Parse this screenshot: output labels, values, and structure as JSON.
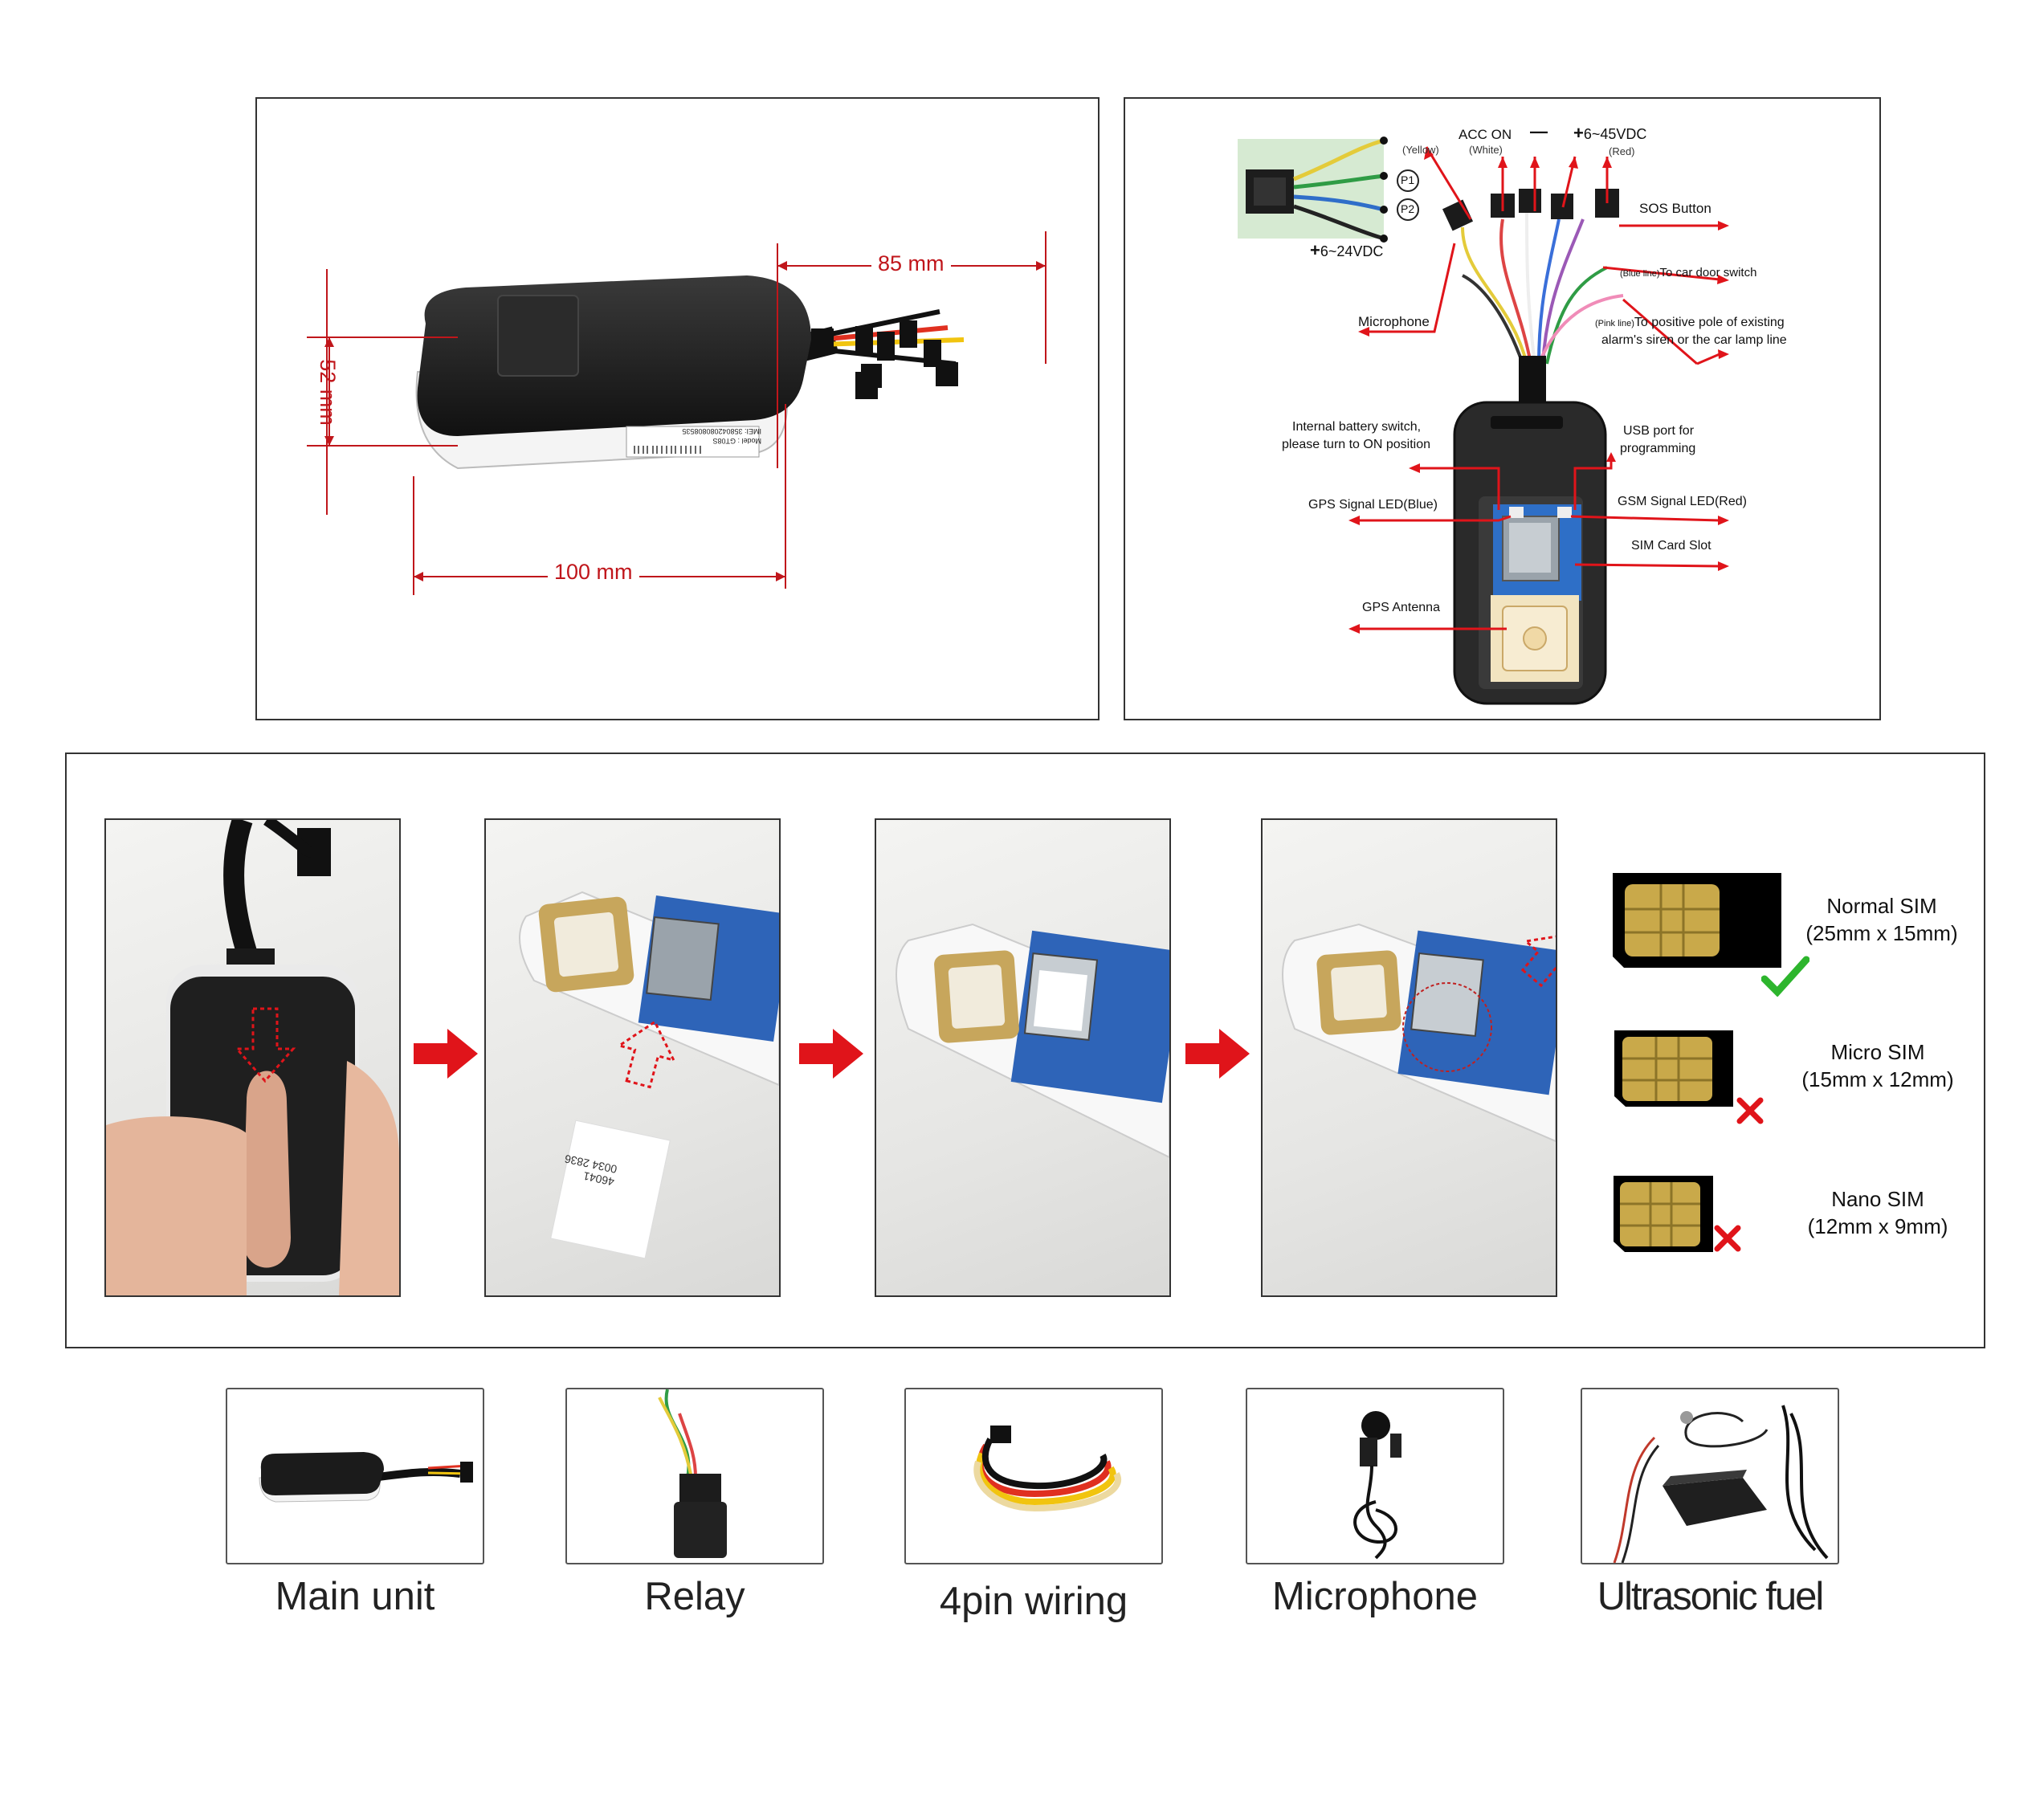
{
  "dimensions_panel": {
    "width_label": "85 mm",
    "height_label": "52 mm",
    "length_label": "100 mm",
    "device_sticker_model": "Model : GT08S",
    "device_sticker_imei": "IMEI: 358042080808535"
  },
  "wiring_panel": {
    "acc_on": "ACC ON",
    "acc_on_color": "(White)",
    "yellow": "(Yellow)",
    "minus": "—",
    "plus_6_45": "6~45VDC",
    "red": "(Red)",
    "p1": "P1",
    "p2": "P2",
    "plus_6_24": "6~24VDC",
    "sos_button": "SOS Button",
    "blue_line_tag": "(Blue line)",
    "blue_line_text": "To car door switch",
    "pink_line_tag": "(Pink line)",
    "pink_line_text": "To positive pole of existing",
    "pink_line_text2": "alarm's siren or the car lamp line",
    "microphone": "Microphone",
    "battery_switch_1": "Internal battery switch,",
    "battery_switch_2": "please turn to ON position",
    "usb_port_1": "USB port for",
    "usb_port_2": "programming",
    "gps_led": "GPS Signal LED(Blue)",
    "gsm_led": "GSM Signal LED(Red)",
    "sim_slot": "SIM Card Slot",
    "gps_antenna": "GPS Antenna"
  },
  "sim_panel": {
    "sim_card_print": "46041 0034 2836",
    "sims": [
      {
        "name": "Normal SIM",
        "size": "(25mm x 15mm)",
        "status": "check"
      },
      {
        "name": "Micro SIM",
        "size": "(15mm x 12mm)",
        "status": "cross"
      },
      {
        "name": "Nano SIM",
        "size": "(12mm x 9mm)",
        "status": "cross"
      }
    ]
  },
  "accessories": [
    {
      "label": "Main unit"
    },
    {
      "label": "Relay"
    },
    {
      "label": "4pin wiring"
    },
    {
      "label": "Microphone"
    },
    {
      "label": "Ultrasonic fuel"
    }
  ],
  "colors": {
    "dimension_red": "#c0161b",
    "arrow_red": "#e0141a",
    "check_green": "#2db52d",
    "device_black": "#1e1e1e",
    "sim_gold": "#c9a94a"
  }
}
